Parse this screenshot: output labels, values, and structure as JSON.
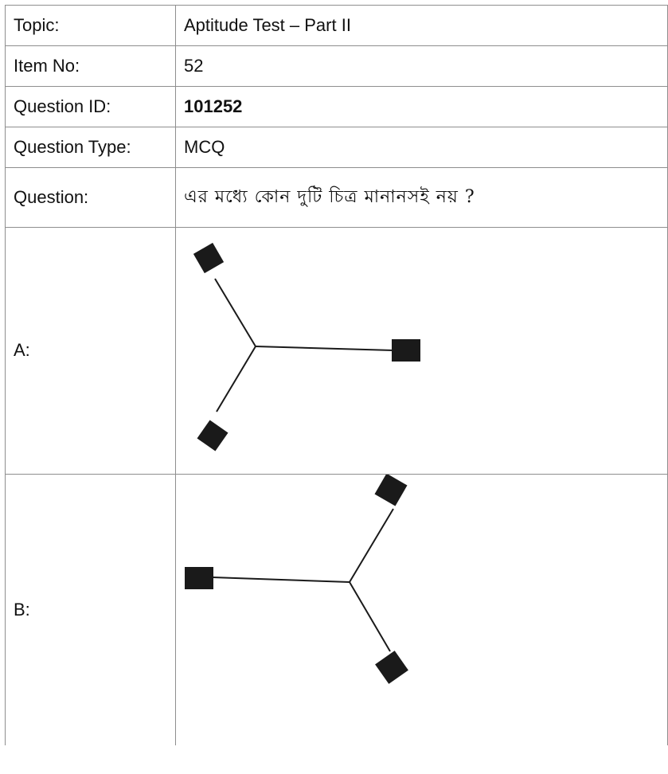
{
  "rows": {
    "topic": {
      "label": "Topic:",
      "value": "Aptitude Test – Part II"
    },
    "item_no": {
      "label": "Item No:",
      "value": "52"
    },
    "question_id": {
      "label": "Question ID:",
      "value": "101252"
    },
    "question_type": {
      "label": "Question Type:",
      "value": "MCQ"
    },
    "question": {
      "label": "Question:",
      "value": "এর মধ্যে কোন দুটি চিত্র মানানসই নয় ?"
    },
    "option_a": {
      "label": "A:",
      "figure": "three-arm-star-with-square-ends"
    },
    "option_b": {
      "label": "B:",
      "figure": "three-arm-star-with-square-ends-mirrored"
    }
  }
}
